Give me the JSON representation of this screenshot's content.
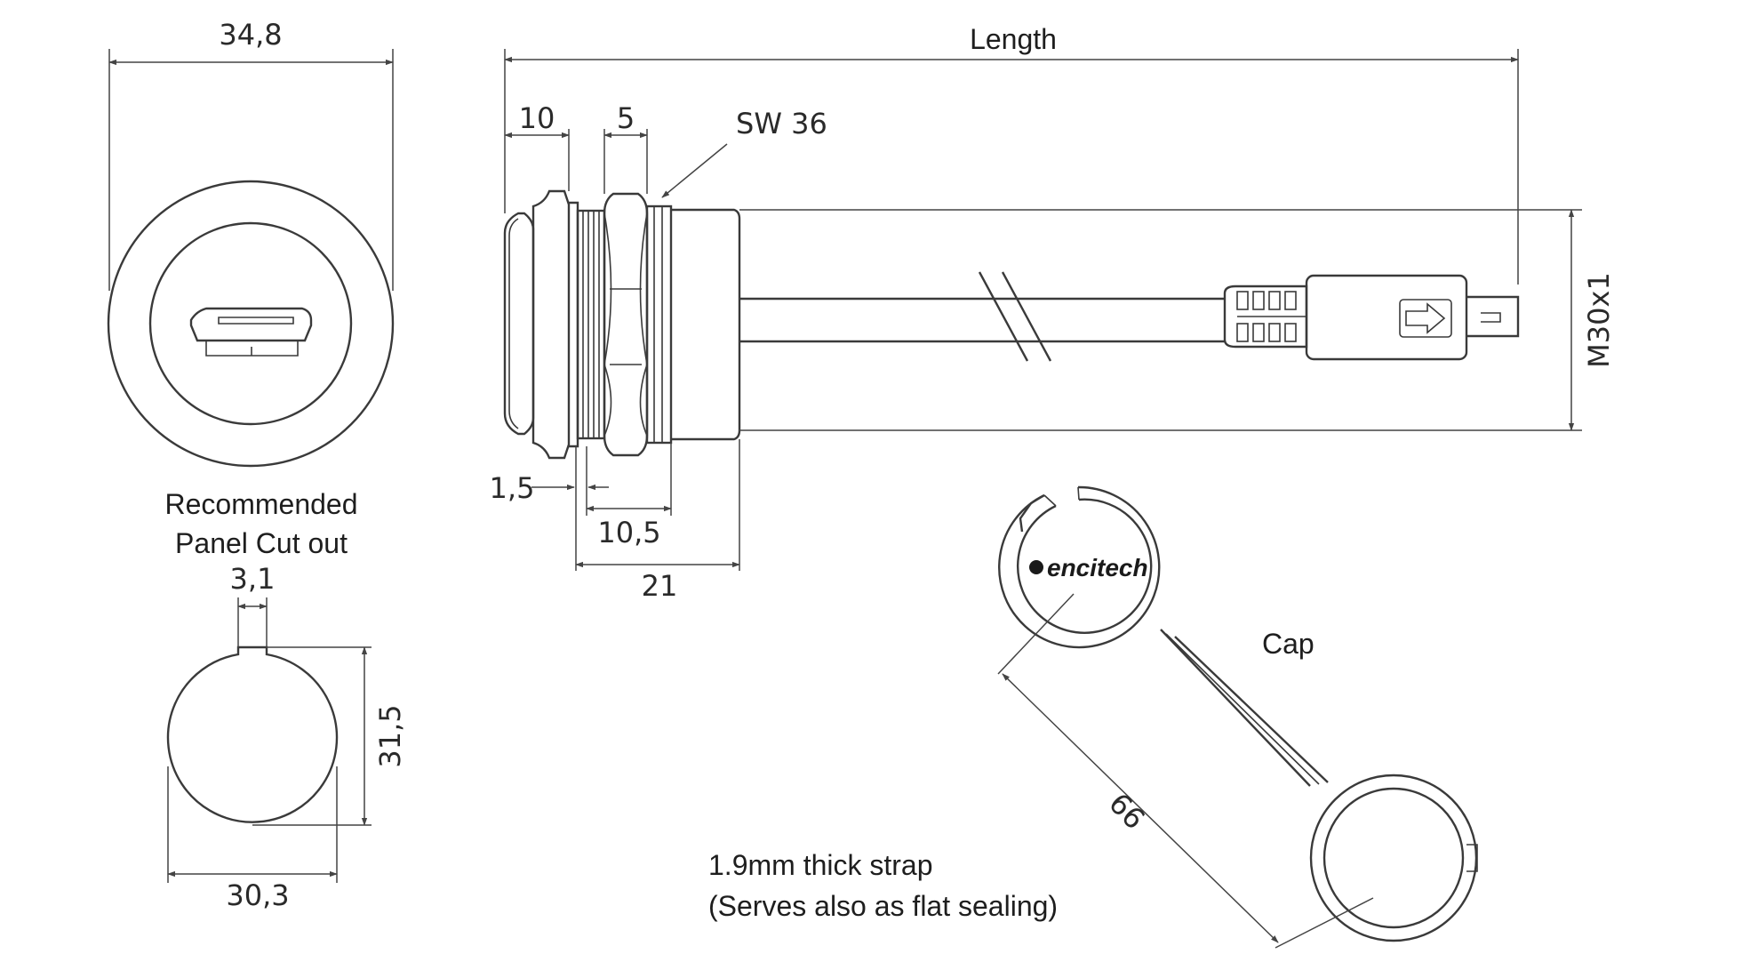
{
  "dimensions": {
    "front_width": "34,8",
    "length": "Length",
    "flange": "10",
    "nut": "5",
    "wrench": "SW 36",
    "thread": "M30x1",
    "gap": "1,5",
    "body_len": "10,5",
    "total_len": "21",
    "key_width": "3,1",
    "cutout_height": "31,5",
    "cutout_width": "30,3",
    "strap_len": "66"
  },
  "labels": {
    "panel_line1": "Recommended",
    "panel_line2": "Panel Cut out",
    "cap": "Cap",
    "strap_line1": "1.9mm thick strap",
    "strap_line2": "(Serves also as flat sealing)",
    "logo": "encitech"
  },
  "colors": {
    "line": "#3a3a3a",
    "text": "#1e1e1e",
    "background": "#ffffff"
  }
}
